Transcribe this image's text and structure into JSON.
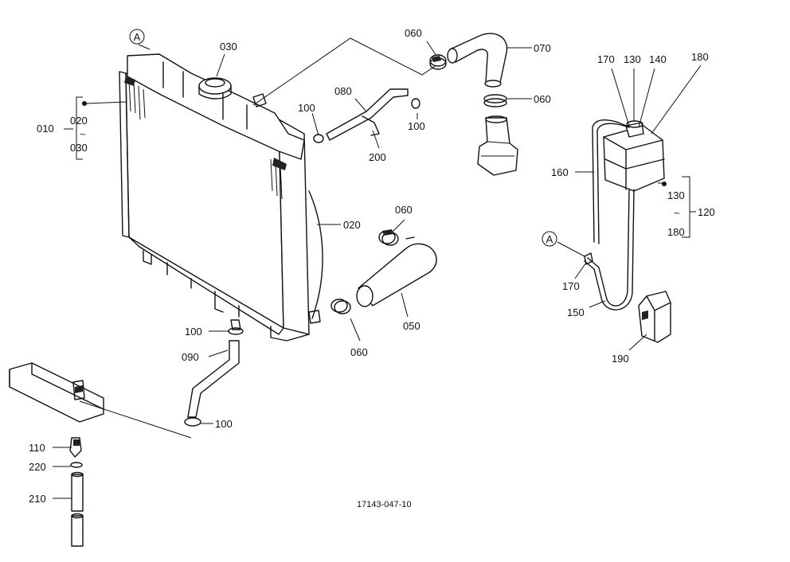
{
  "drawing_number": "17143-047-10",
  "reference_mark": "A",
  "callouts": {
    "p010": "010",
    "p020_bracket": "020",
    "p030_bracket": "030",
    "range_mark_left": "~",
    "p030": "030",
    "p020": "020",
    "p060_top": "060",
    "p070": "070",
    "p060_right": "060",
    "p080": "080",
    "p100_a": "100",
    "p100_b": "100",
    "p200": "200",
    "p060_mid": "060",
    "p050": "050",
    "p060_low": "060",
    "p100_c": "100",
    "p090": "090",
    "p100_d": "100",
    "p110": "110",
    "p220": "220",
    "p210": "210",
    "p170_top": "170",
    "p130_top": "130",
    "p140": "140",
    "p180_top": "180",
    "p160": "160",
    "p130_bracket": "130",
    "range_mark_right": "~",
    "p180_bracket": "180",
    "p120": "120",
    "p170_low": "170",
    "p150": "150",
    "p190": "190"
  }
}
